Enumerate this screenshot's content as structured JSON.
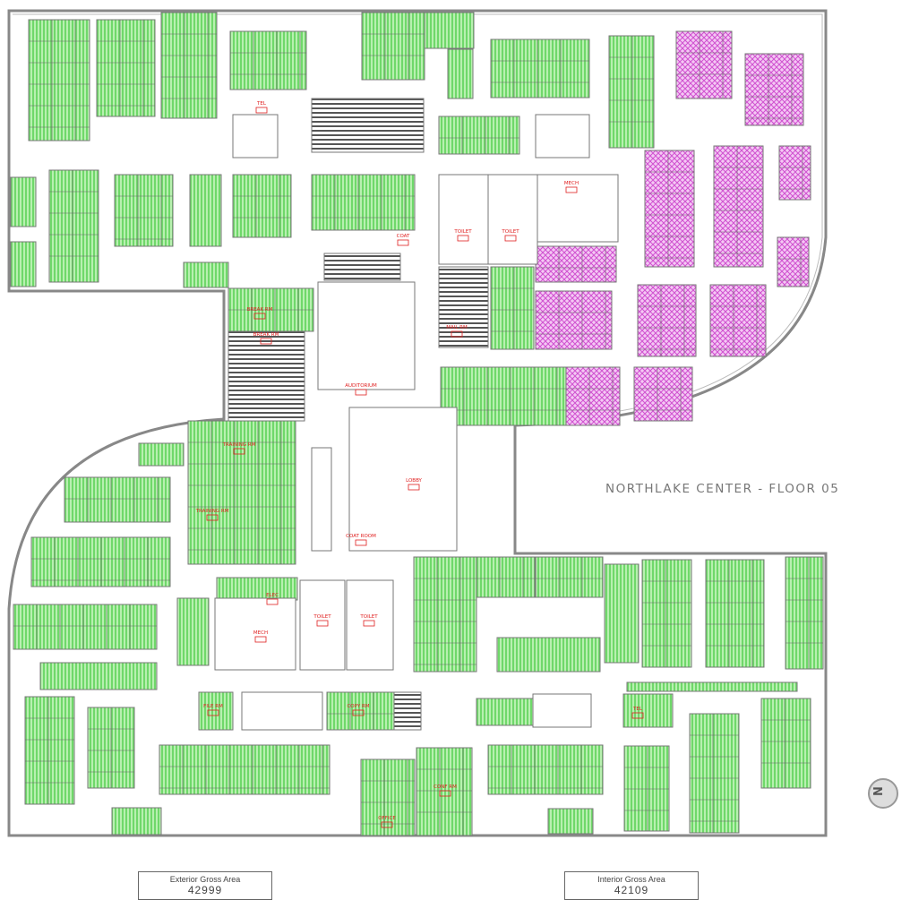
{
  "plan": {
    "title": "NORTHLAKE CENTER - FLOOR 05",
    "colors": {
      "workspace_green": "#7ee07a",
      "workspace_magenta": "#e070e0",
      "stairs_gray": "#555555",
      "label_red": "#e02020",
      "wall": "#888888"
    },
    "rooms": {
      "auditorium": "AUDITORIUM",
      "lobby": "LOBBY",
      "coat_room": "COAT ROOM",
      "coat": "COAT",
      "toilet_n1": "TOILET",
      "toilet_n2": "TOILET",
      "toilet_s1": "TOILET",
      "toilet_s2": "TOILET",
      "mech_n": "MECH",
      "mech_s": "MECH",
      "training_1": "TRAINING RM",
      "training_2": "TRAINING RM",
      "break_1": "BREAK RM",
      "break_2": "BREAK RM",
      "mail_rm": "MAIL RM",
      "file_rm": "FILE RM",
      "copy_rm": "COPY RM",
      "conf_rm": "CONF RM",
      "elec": "ELEC",
      "tel_n": "TEL",
      "tel_s": "TEL",
      "office": "OFFICE"
    }
  },
  "areas": {
    "exterior": {
      "label": "Exterior Gross Area",
      "value": "42999"
    },
    "interior": {
      "label": "Interior Gross Area",
      "value": "42109"
    }
  },
  "north_arrow": {
    "glyph": "N"
  }
}
